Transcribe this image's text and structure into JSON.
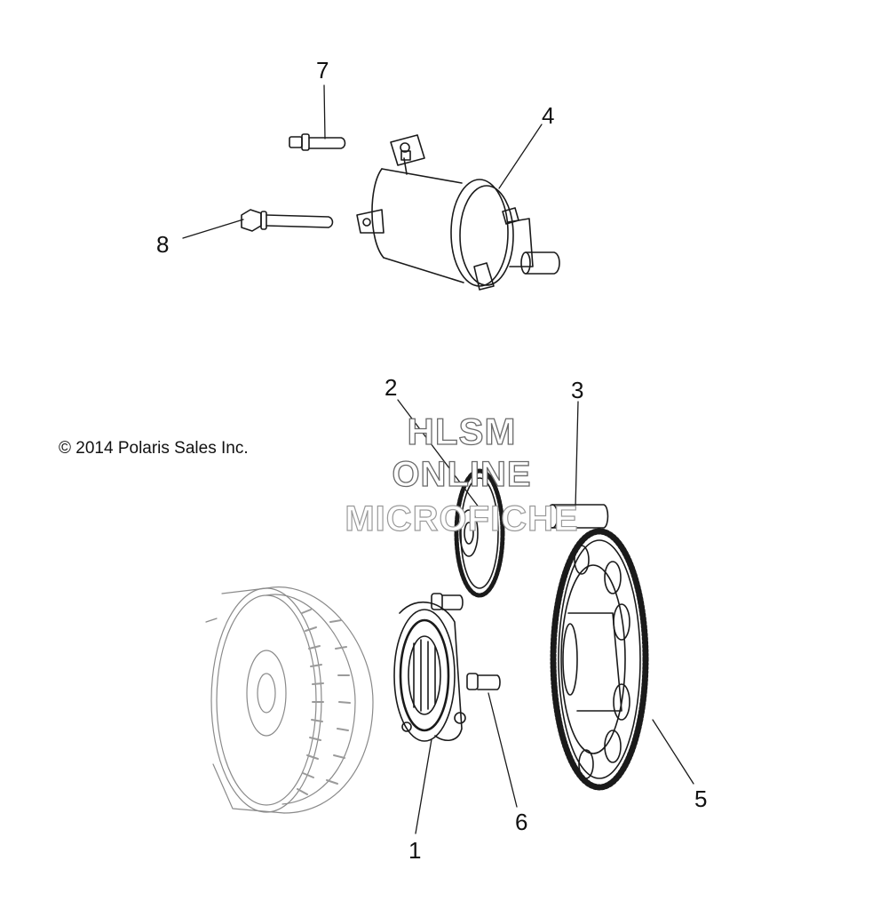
{
  "copyright": "© 2014 Polaris Sales Inc.",
  "watermark": {
    "line1": "HLSM",
    "line2": "ONLINE",
    "line3": "MICROFICHE"
  },
  "callouts": {
    "c1": "1",
    "c2": "2",
    "c3": "3",
    "c4": "4",
    "c5": "5",
    "c6": "6",
    "c7": "7",
    "c8": "8"
  },
  "parts": {
    "p1": "starter-clutch-housing",
    "p2": "idler-gear",
    "p3": "shaft-pin",
    "p4": "starter-motor",
    "p5": "starter-driven-gear",
    "p6": "socket-screw",
    "p7": "flange-bolt-short",
    "p8": "flange-bolt-long",
    "flywheel": "flywheel-rotor"
  }
}
